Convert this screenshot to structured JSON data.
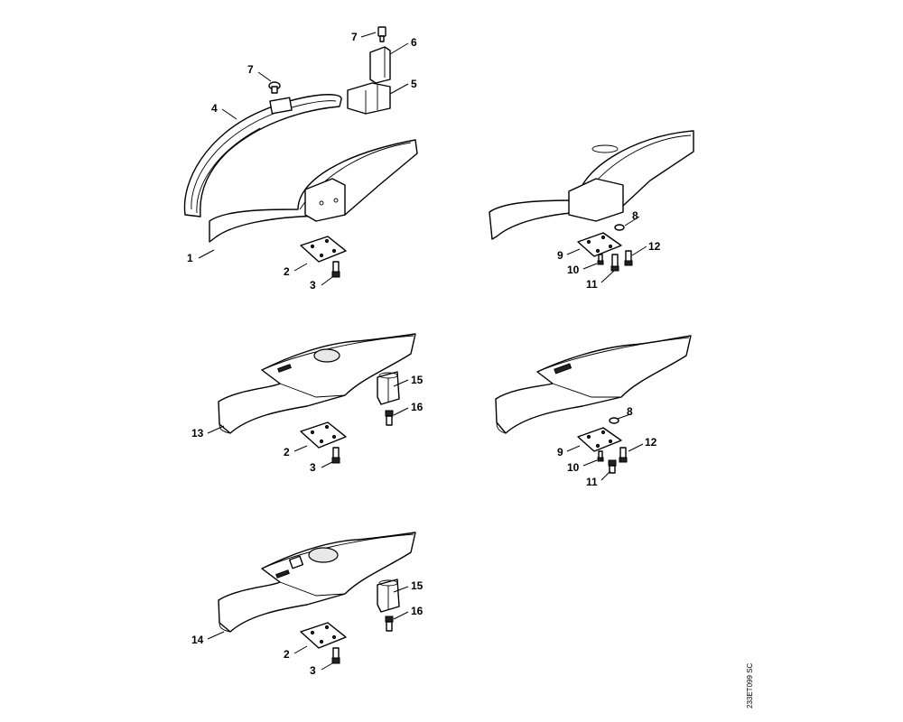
{
  "drawing_code": "233ET099 SC",
  "callouts": {
    "a1": "1",
    "a2": "2",
    "a3": "3",
    "a4": "4",
    "a5": "5",
    "a6": "6",
    "a7a": "7",
    "a7b": "7",
    "b8": "8",
    "b9": "9",
    "b10": "10",
    "b11": "11",
    "b12": "12",
    "c13": "13",
    "c2": "2",
    "c3": "3",
    "c15": "15",
    "c16": "16",
    "d8": "8",
    "d9": "9",
    "d10": "10",
    "d11": "11",
    "d12": "12",
    "e14": "14",
    "e2": "2",
    "e3": "3",
    "e15": "15",
    "e16": "16"
  }
}
